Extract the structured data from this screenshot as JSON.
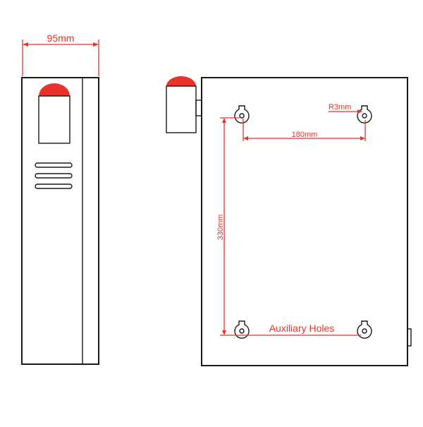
{
  "colors": {
    "outline": "#1a1a1a",
    "dimension": "#e8322a",
    "background": "#ffffff"
  },
  "side_view": {
    "width_label": "95mm"
  },
  "front_view": {
    "radius_label": "R3mm",
    "horizontal_spacing_label": "180mm",
    "vertical_spacing_label": "330mm",
    "holes_label": "Auxiliary Holes"
  }
}
